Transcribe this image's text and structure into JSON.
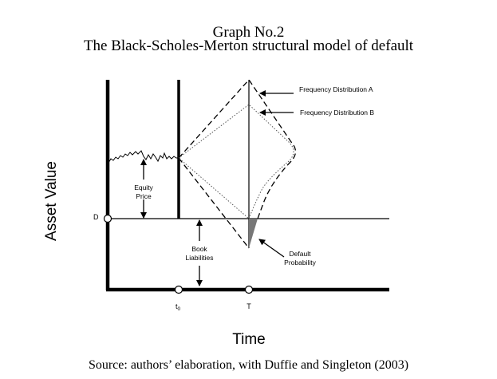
{
  "title": "Graph No.2",
  "subtitle": "The Black-Scholes-Merton structural model of default",
  "source": "Source: authors’ elaboration, with Duffie and Singleton (2003)",
  "diagram": {
    "y_axis_label": "Asset Value",
    "x_axis_label": "Time",
    "d_label": "D",
    "t0_label": "t",
    "t0_sub": "0",
    "t_label": "T",
    "freq_a": "Frequency Distribution A",
    "freq_b": "Frequency Distribution B",
    "equity_line1": "Equity",
    "equity_line2": "Price",
    "book_line1": "Book",
    "book_line2": "Liabilities",
    "default_line1": "Default",
    "default_line2": "Probability",
    "shade_color": "#777777"
  }
}
